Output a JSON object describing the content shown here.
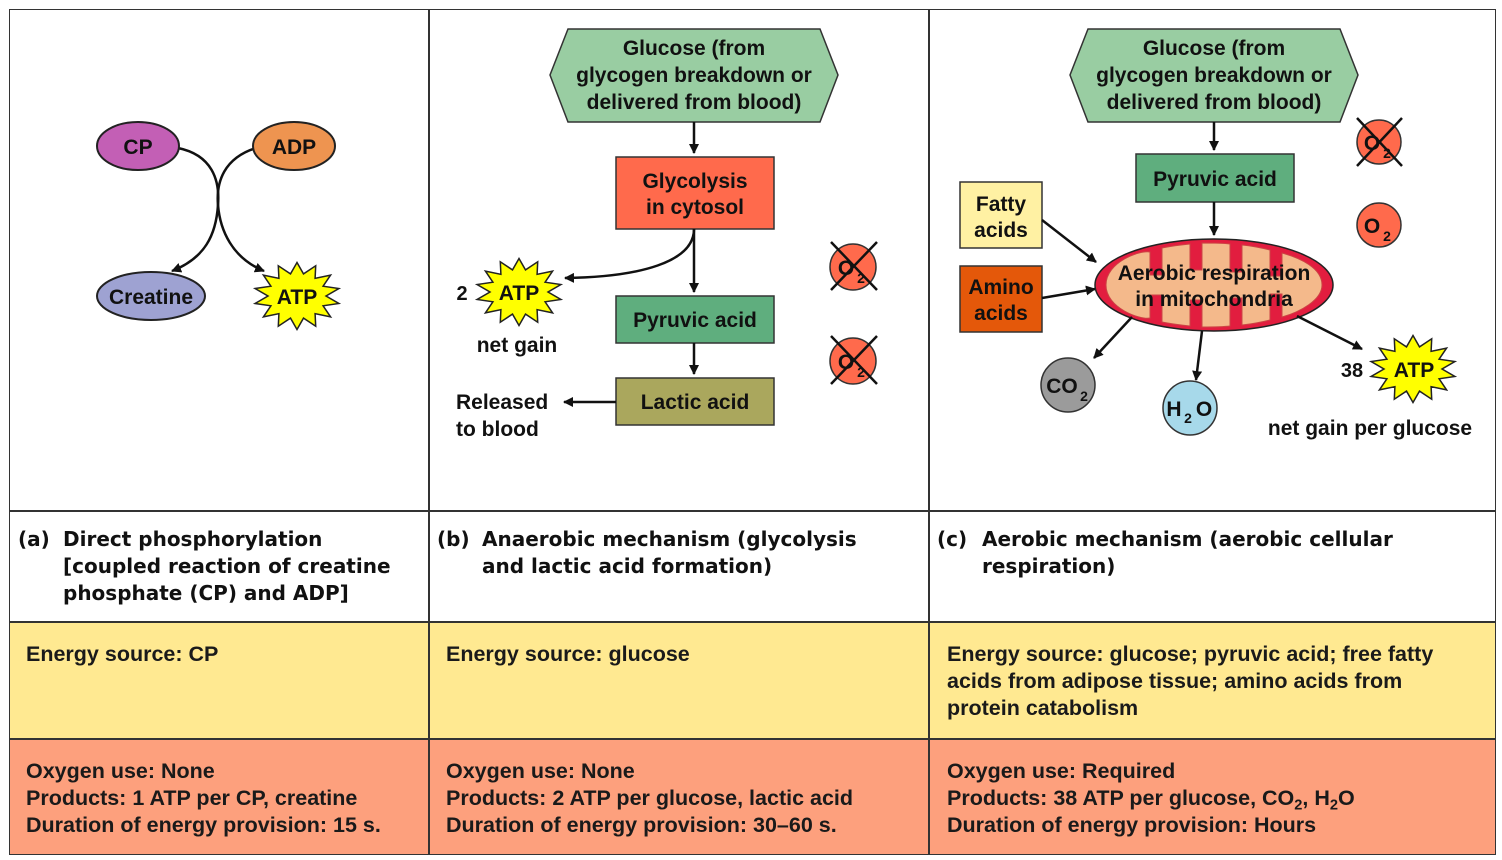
{
  "colors": {
    "cp": "#c35fb5",
    "adp": "#ee9450",
    "creatine": "#9ea2d2",
    "atp_burst": "#ffff00",
    "glucose": "#99cda2",
    "glycolysis": "#ff6a4c",
    "pyruvic": "#5fae7e",
    "lactic": "#aaa75d",
    "fatty": "#fff1a3",
    "amino": "#e4580a",
    "mito_outer": "#e21d3f",
    "mito_inner": "#f4b98b",
    "o2": "#ff6a4c",
    "co2": "#9b9b9b",
    "h2o": "#a7d9ea",
    "energy_band": "#ffe991",
    "oxygen_band": "#fda07d"
  },
  "panel_a": {
    "cp": "CP",
    "adp": "ADP",
    "creatine": "Creatine",
    "atp": "ATP",
    "caption_letter": "(a)",
    "caption_lines": [
      "Direct phosphorylation",
      "[coupled reaction of creatine",
      "phosphate (CP) and ADP]"
    ],
    "energy": "Energy source: CP",
    "oxygen_lines": [
      "Oxygen use: None",
      "Products: 1 ATP per CP, creatine",
      "Duration of energy provision: 15 s."
    ]
  },
  "panel_b": {
    "glucose_lines": [
      "Glucose (from",
      "glycogen breakdown or",
      "delivered from blood)"
    ],
    "glycolysis_lines": [
      "Glycolysis",
      "in cytosol"
    ],
    "atp_count": "2",
    "atp": "ATP",
    "net_gain": "net gain",
    "pyruvic": "Pyruvic acid",
    "lactic": "Lactic acid",
    "released_lines": [
      "Released",
      "to blood"
    ],
    "o2": "O",
    "o2_sub": "2",
    "caption_letter": "(b)",
    "caption_lines": [
      "Anaerobic mechanism (glycolysis",
      "and lactic acid formation)"
    ],
    "energy": "Energy source: glucose",
    "oxygen_lines": [
      "Oxygen use: None",
      "Products: 2 ATP per glucose, lactic acid",
      "Duration of energy provision: 30–60 s."
    ]
  },
  "panel_c": {
    "glucose_lines": [
      "Glucose (from",
      "glycogen breakdown or",
      "delivered from blood)"
    ],
    "pyruvic": "Pyruvic acid",
    "fatty_lines": [
      "Fatty",
      "acids"
    ],
    "amino_lines": [
      "Amino",
      "acids"
    ],
    "mito_lines": [
      "Aerobic respiration",
      "in mitochondria"
    ],
    "o2": "O",
    "o2_sub": "2",
    "co2": "CO",
    "co2_sub": "2",
    "h2o_h": "H",
    "h2o_sub": "2",
    "h2o_o": "O",
    "atp_count": "38",
    "atp": "ATP",
    "net_gain": "net gain per glucose",
    "caption_letter": "(c)",
    "caption_lines": [
      "Aerobic mechanism (aerobic cellular",
      "respiration)"
    ],
    "energy_lines": [
      "Energy source: glucose; pyruvic acid; free fatty",
      "acids from adipose tissue; amino acids from",
      "protein catabolism"
    ],
    "oxygen_line1": "Oxygen use: Required",
    "products_prefix": "Products: 38 ATP per glucose, CO",
    "products_sub1": "2",
    "products_mid": ", H",
    "products_sub2": "2",
    "products_end": "O",
    "duration": "Duration of energy provision: Hours"
  }
}
